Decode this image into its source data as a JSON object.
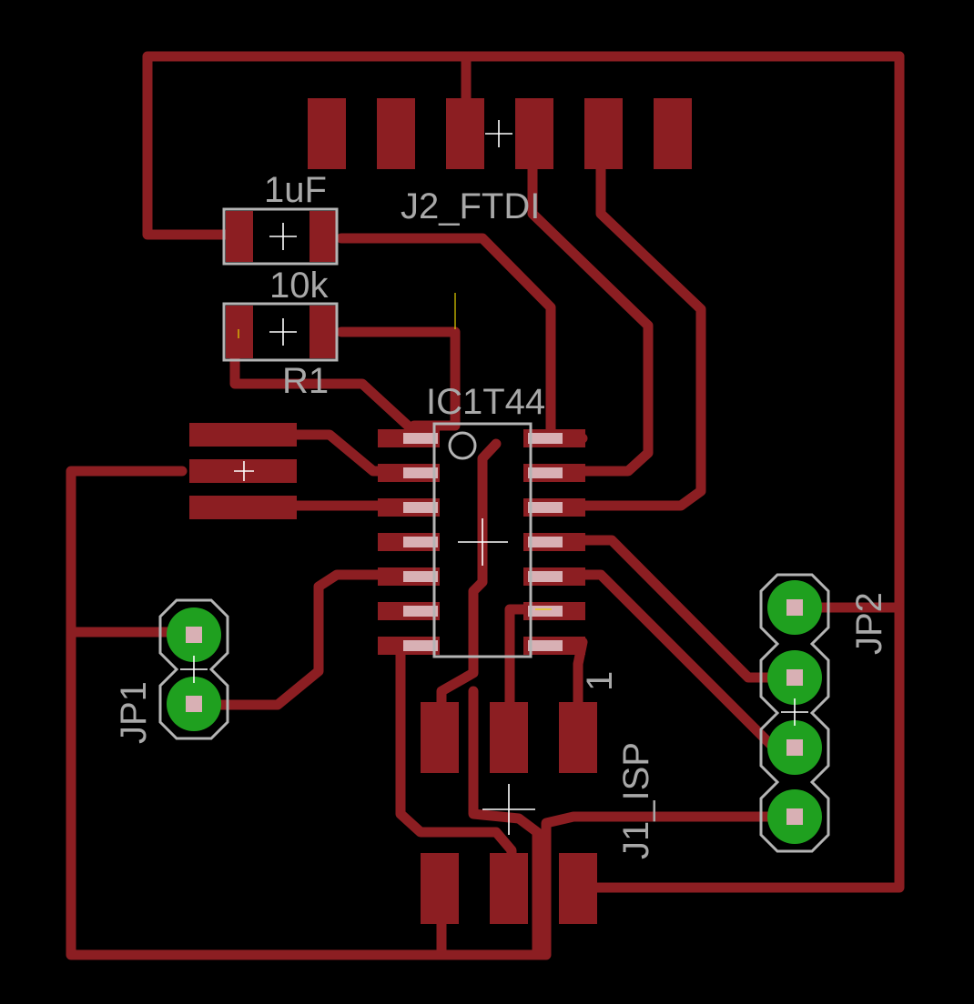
{
  "labels": {
    "c1": "1uF",
    "r1_value": "10k",
    "r1_name": "R1",
    "j2": "J2_FTDI",
    "ic1": "IC1T44",
    "jp1": "JP1",
    "jp2": "JP2",
    "j1": "J1_ISP",
    "j1_pin1": "1"
  },
  "colors": {
    "copper": "#8c1e22",
    "via_pad": "#1fa01f",
    "silkscreen": "#b4b4b4",
    "background": "#000000"
  }
}
